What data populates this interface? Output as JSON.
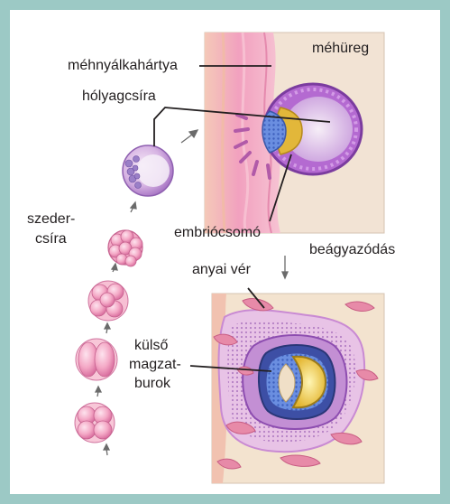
{
  "labels": {
    "mehnyalkahartya": "méhnyálkahártya",
    "mehureg": "méhüreg",
    "holyagcsira": "hólyagcsíra",
    "szeder_1": "szeder-",
    "szeder_2": "csíra",
    "embriocsomo": "embriócsomó",
    "beagyazodas": "beágyazódás",
    "anyai_ver": "anyai vér",
    "kulso_1": "külső",
    "kulso_2": "magzat-",
    "kulso_3": "burok"
  },
  "colors": {
    "frame_border": "#9cc9c5",
    "endometrium": "#f2a6bf",
    "uterine_cavity": "#f2e3d4",
    "embryo_purple": "#a565c3",
    "inner_cell_mass": "#e6bd3b",
    "trophoblast_blue": "#5b7fd1",
    "blood": "#e78aa8"
  }
}
